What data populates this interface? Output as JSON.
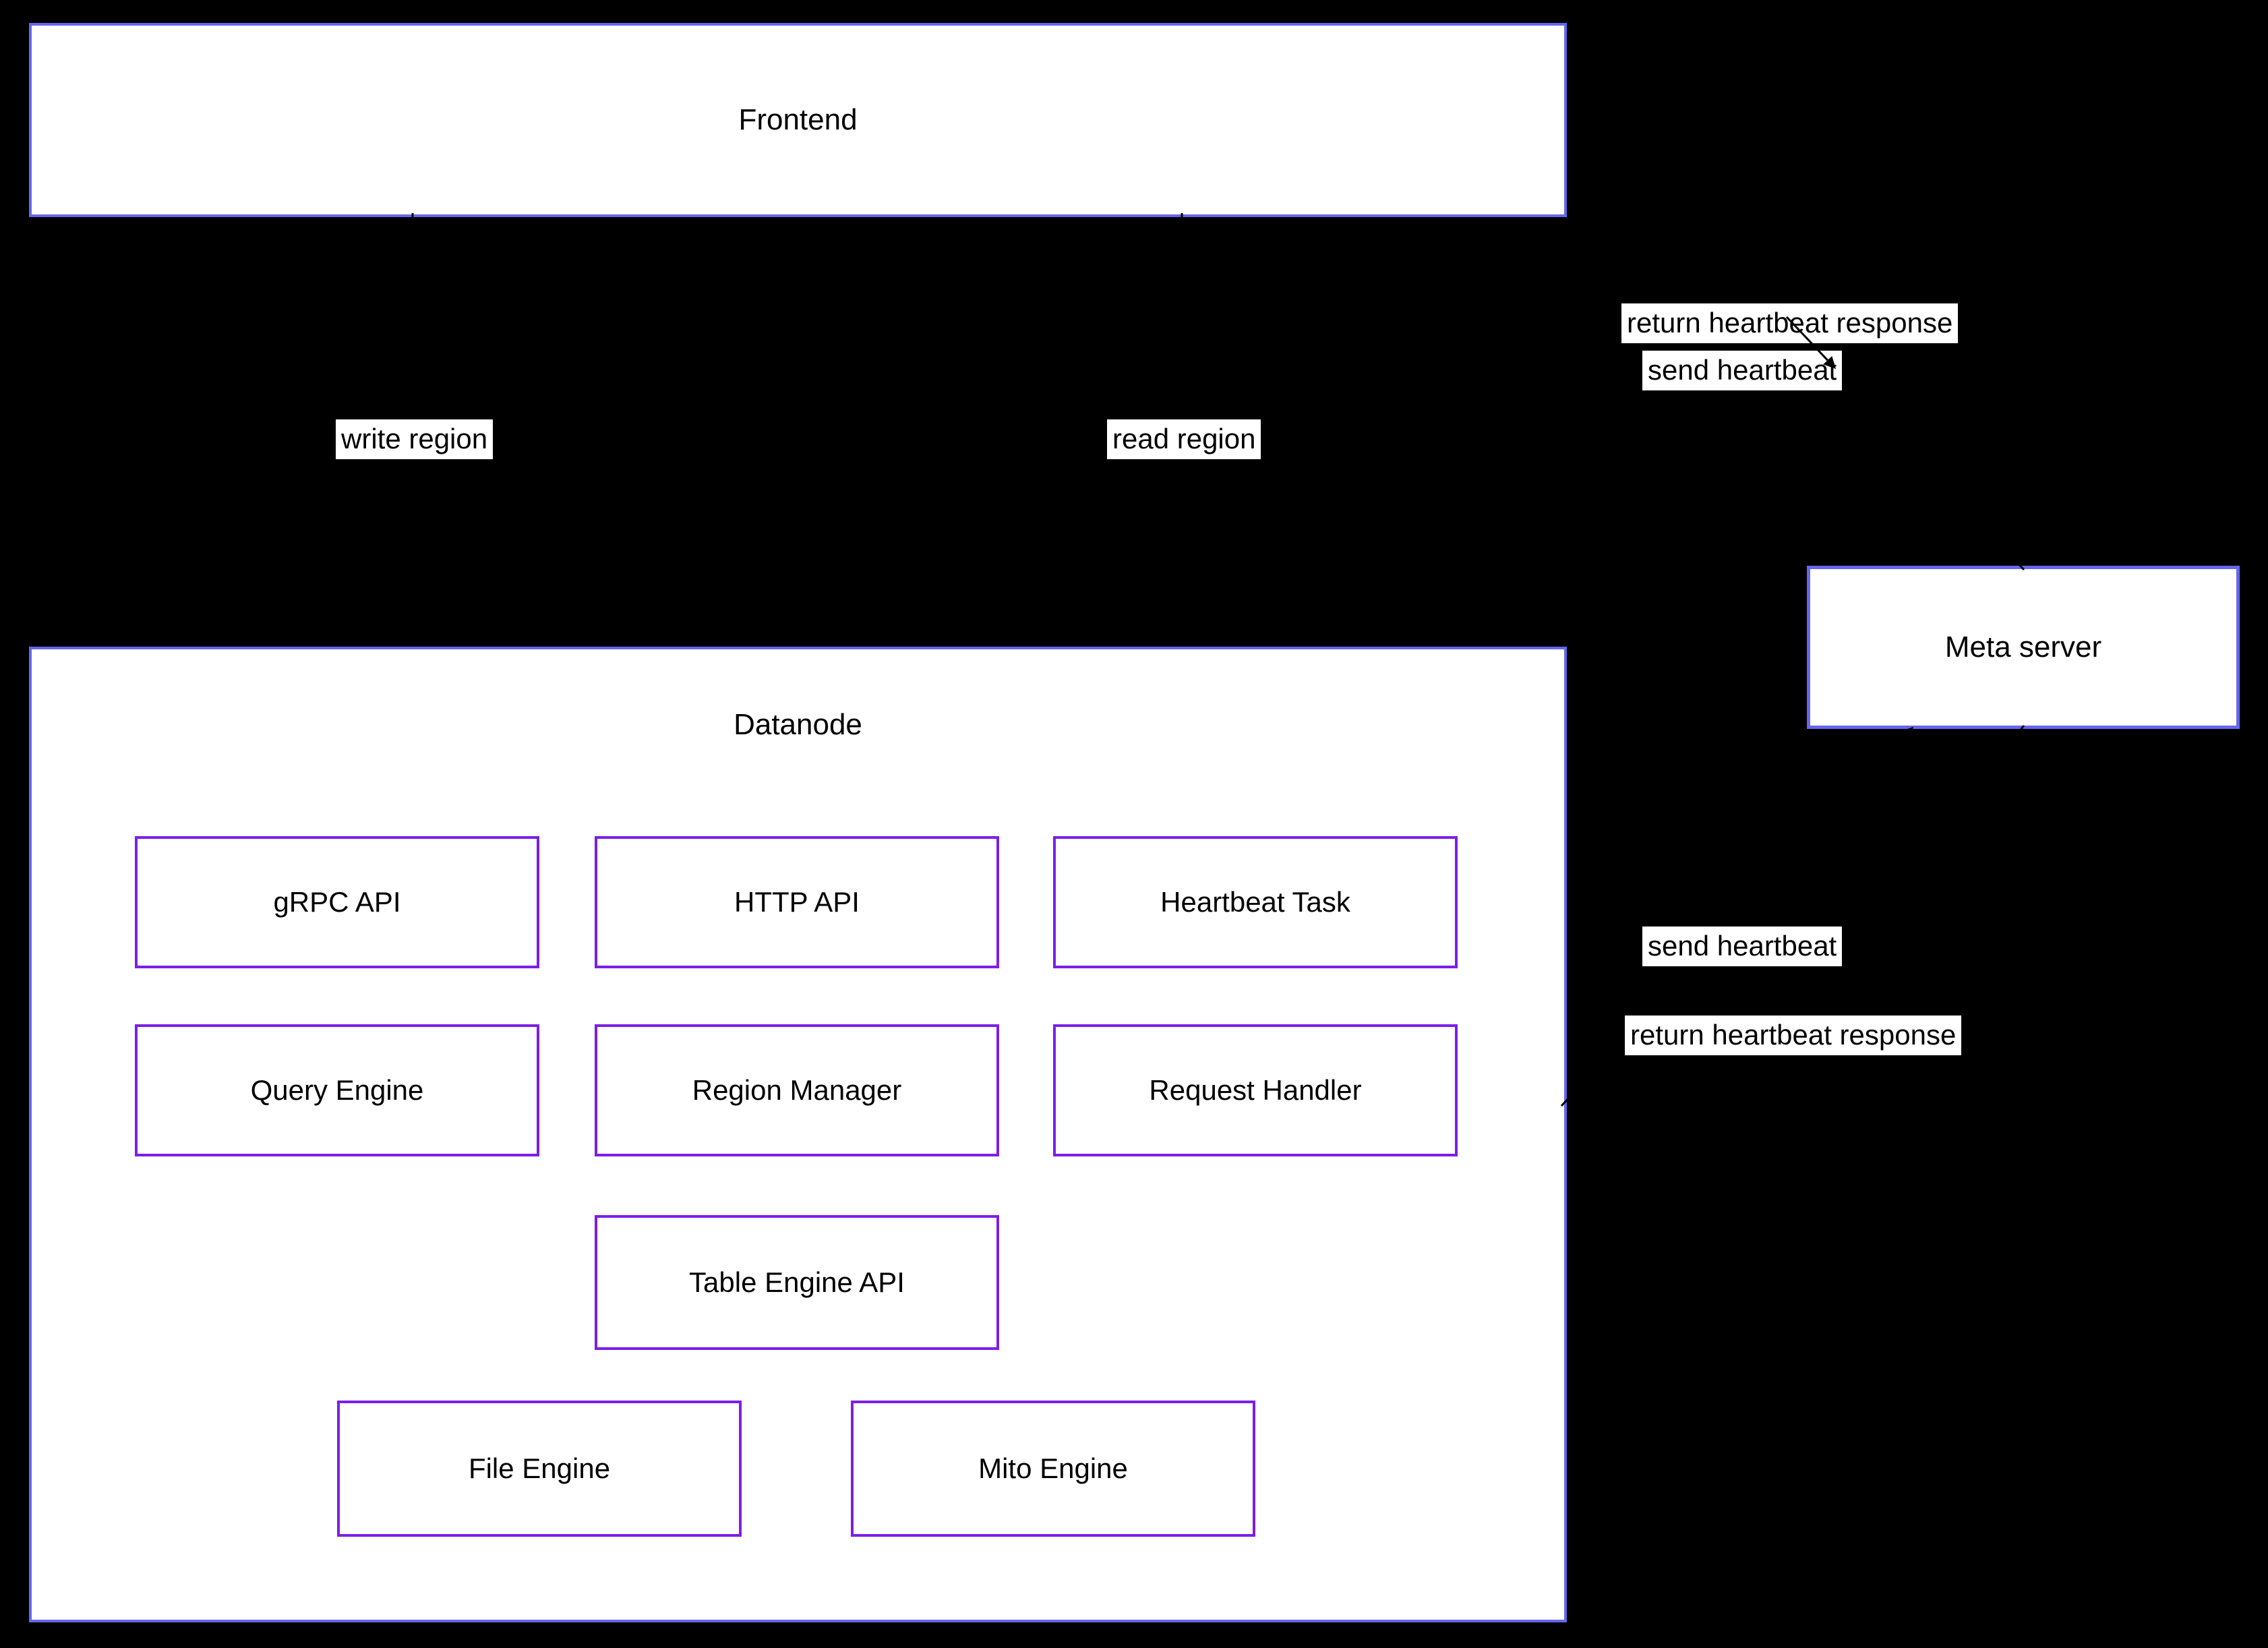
{
  "diagram_title": "",
  "colors": {
    "bg": "#000000",
    "node_fill": "#ffffff",
    "node_border_blue": "#6666f0",
    "node_border_purple": "#7d1ee8",
    "edge_color": "#000000",
    "label_bg": "#ffffff",
    "label_text": "#000000"
  },
  "nodes": {
    "frontend": {
      "label": "Frontend"
    },
    "meta_server": {
      "label": "Meta server"
    },
    "datanode": {
      "label": "Datanode",
      "children": {
        "grpc_api": {
          "label": "gRPC API"
        },
        "http_api": {
          "label": "HTTP API"
        },
        "heartbeat_task": {
          "label": "Heartbeat Task"
        },
        "query_engine": {
          "label": "Query Engine"
        },
        "region_manager": {
          "label": "Region Manager"
        },
        "request_handler": {
          "label": "Request Handler"
        },
        "table_engine_api": {
          "label": "Table Engine API"
        },
        "file_engine": {
          "label": "File Engine"
        },
        "mito_engine": {
          "label": "Mito Engine"
        }
      }
    }
  },
  "edges": {
    "write_region": {
      "label": "write region"
    },
    "read_region": {
      "label": "read region"
    },
    "frontend_send_heartbeat": {
      "label": "send heartbeat"
    },
    "frontend_return_heartbeat": {
      "label": "return heartbeat response"
    },
    "datanode_send_heartbeat": {
      "label": "send heartbeat"
    },
    "datanode_return_heartbeat": {
      "label": "return heartbeat response"
    }
  }
}
